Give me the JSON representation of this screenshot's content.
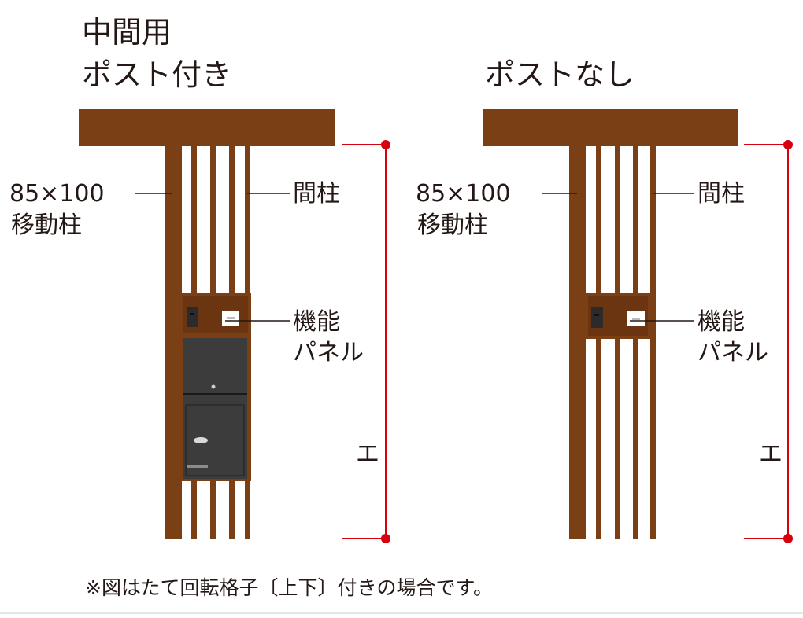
{
  "left_panel": {
    "title_line1": "中間用",
    "title_line2": "ポスト付き",
    "post_label_line1": "85×100",
    "post_label_line2": "移動柱",
    "intermediate_label": "間柱",
    "panel_label_line1": "機能",
    "panel_label_line2": "パネル",
    "dimension_label": "エ"
  },
  "right_panel": {
    "title": "ポストなし",
    "post_label_line1": "85×100",
    "post_label_line2": "移動柱",
    "intermediate_label": "間柱",
    "panel_label_line1": "機能",
    "panel_label_line2": "パネル",
    "dimension_label": "エ"
  },
  "footnote": "※図はたて回転格子〔上下〕付きの場合です。",
  "colors": {
    "wood": "#7a3f14",
    "wood_dark": "#5e2f0d",
    "post_box": "#3c3c3c",
    "dimension_red": "#d7000f",
    "leader_line": "#231815"
  }
}
